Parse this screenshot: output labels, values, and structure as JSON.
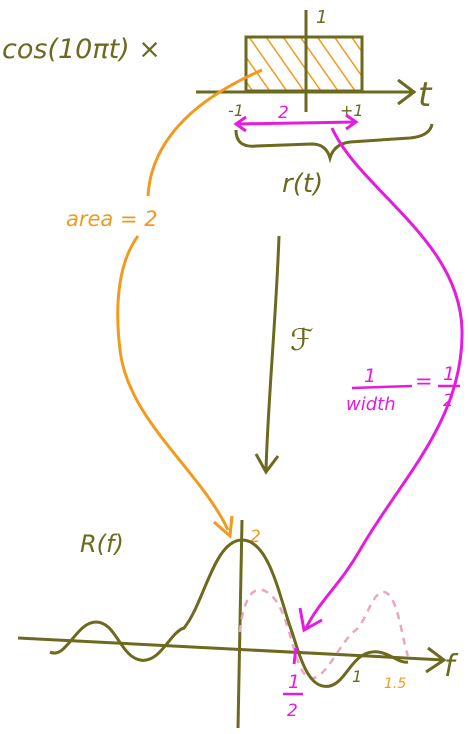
{
  "colors": {
    "olive": "#6b6a1f",
    "orange": "#f39a1d",
    "magenta": "#e51ce0",
    "pink": "#e8a8c2"
  },
  "top": {
    "expression": "cos(10πt) ×",
    "height_label": "1",
    "t_axis_label": "t",
    "tick_left": "-1",
    "width_label": "2",
    "tick_right": "+1",
    "brace_label": "r(t)"
  },
  "middle": {
    "area_label": "area = 2",
    "transform_symbol": "ℱ",
    "width_fraction_num": "1",
    "width_fraction_den": "width",
    "width_fraction_equals": "=",
    "width_fraction_result_num": "1",
    "width_fraction_result_den": "2"
  },
  "bottom": {
    "function_label": "R(f)",
    "peak_label": "2",
    "f_axis_label": "f",
    "zero_num": "1",
    "zero_den": "2",
    "tick_1": "1",
    "tick_1_5": "1.5"
  }
}
